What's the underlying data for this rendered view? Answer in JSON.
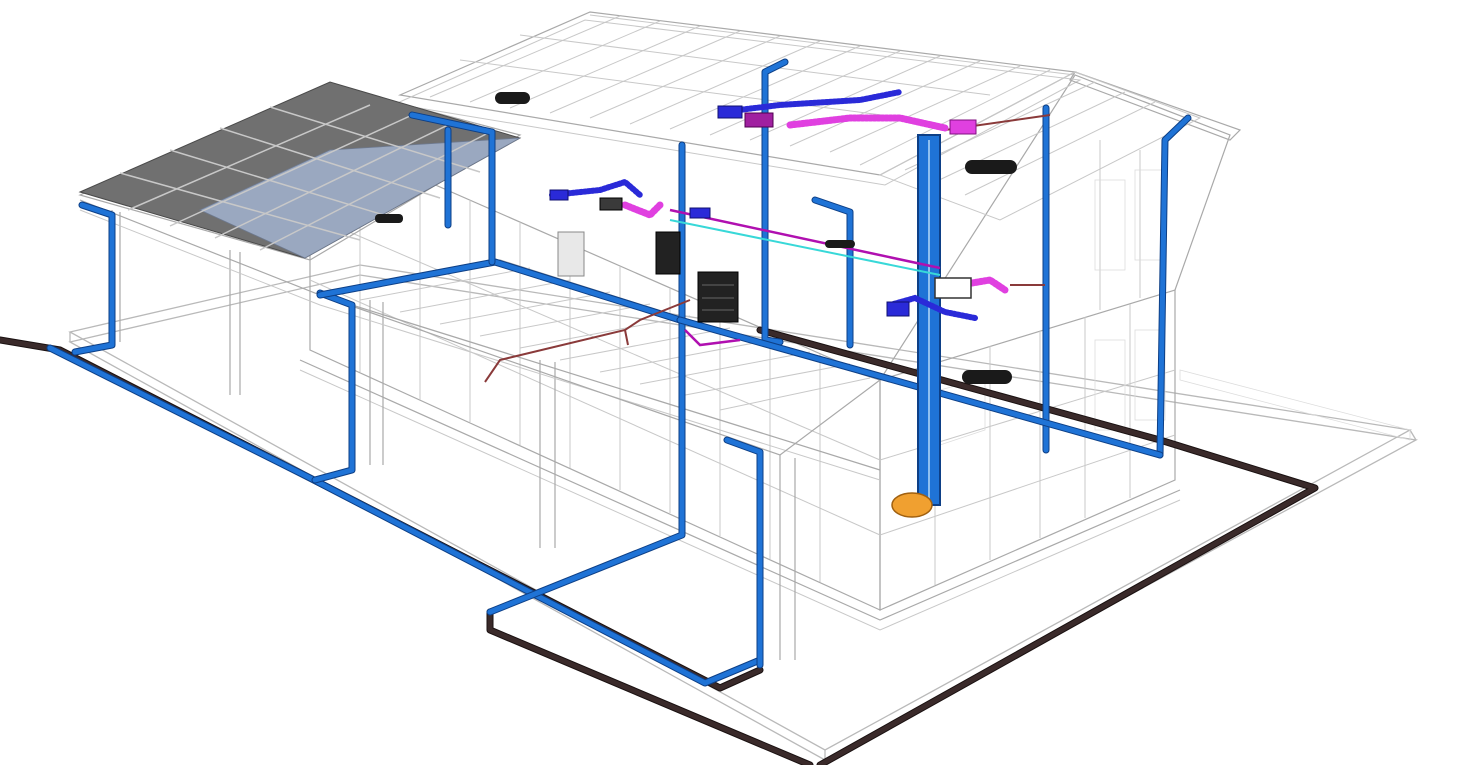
{
  "scene": {
    "view": "isometric-3d",
    "model": "building-services-model",
    "systems": [
      {
        "name": "rainwater-downpipes",
        "color": "#1f73d6"
      },
      {
        "name": "drainage-underground",
        "color": "#3a2a2a"
      },
      {
        "name": "ventilation-supply-ducts",
        "color": "#2a2ad8"
      },
      {
        "name": "ventilation-extract-ducts",
        "color": "#e040e0"
      },
      {
        "name": "hot-water-pipes",
        "color": "#8a3a3a"
      },
      {
        "name": "cold-water-pipes",
        "color": "#38d8d8"
      },
      {
        "name": "solar-pv-array",
        "color": "#555555"
      }
    ],
    "structure_color": "#c8c8c8",
    "background": "#ffffff"
  }
}
